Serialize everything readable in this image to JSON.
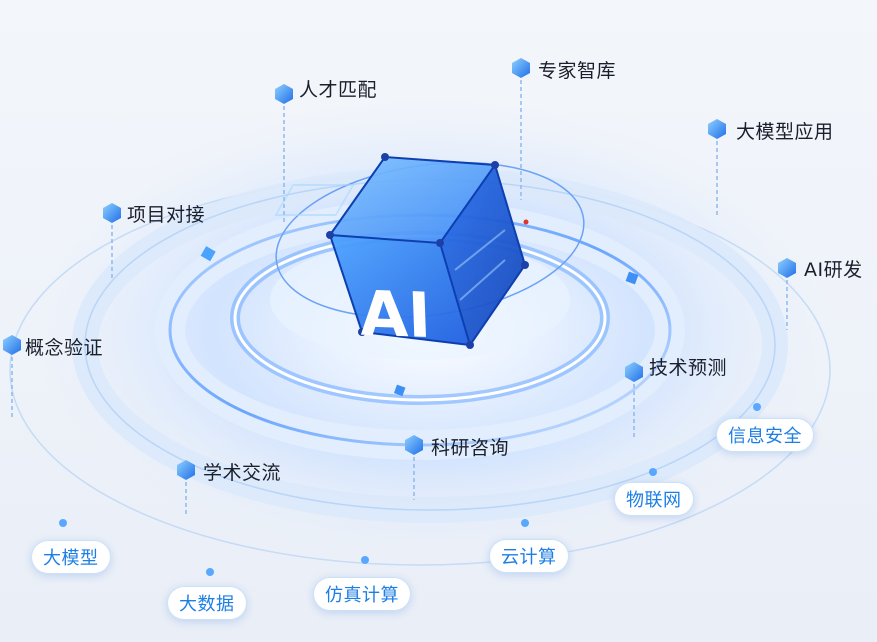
{
  "center": {
    "cube_text": "AI"
  },
  "topics": [
    {
      "label": "人才匹配"
    },
    {
      "label": "专家智库"
    },
    {
      "label": "大模型应用"
    },
    {
      "label": "项目对接"
    },
    {
      "label": "AI研发"
    },
    {
      "label": "概念验证"
    },
    {
      "label": "技术预测"
    },
    {
      "label": "科研咨询"
    },
    {
      "label": "学术交流"
    }
  ],
  "tech_tags": [
    {
      "label": "信息安全"
    },
    {
      "label": "物联网"
    },
    {
      "label": "云计算"
    },
    {
      "label": "仿真计算"
    },
    {
      "label": "大数据"
    },
    {
      "label": "大模型"
    }
  ],
  "colors": {
    "accent": "#1d7fe6",
    "ring": "#bcd6f7",
    "cube": "#2f7dff",
    "text": "#1a1f2c"
  }
}
